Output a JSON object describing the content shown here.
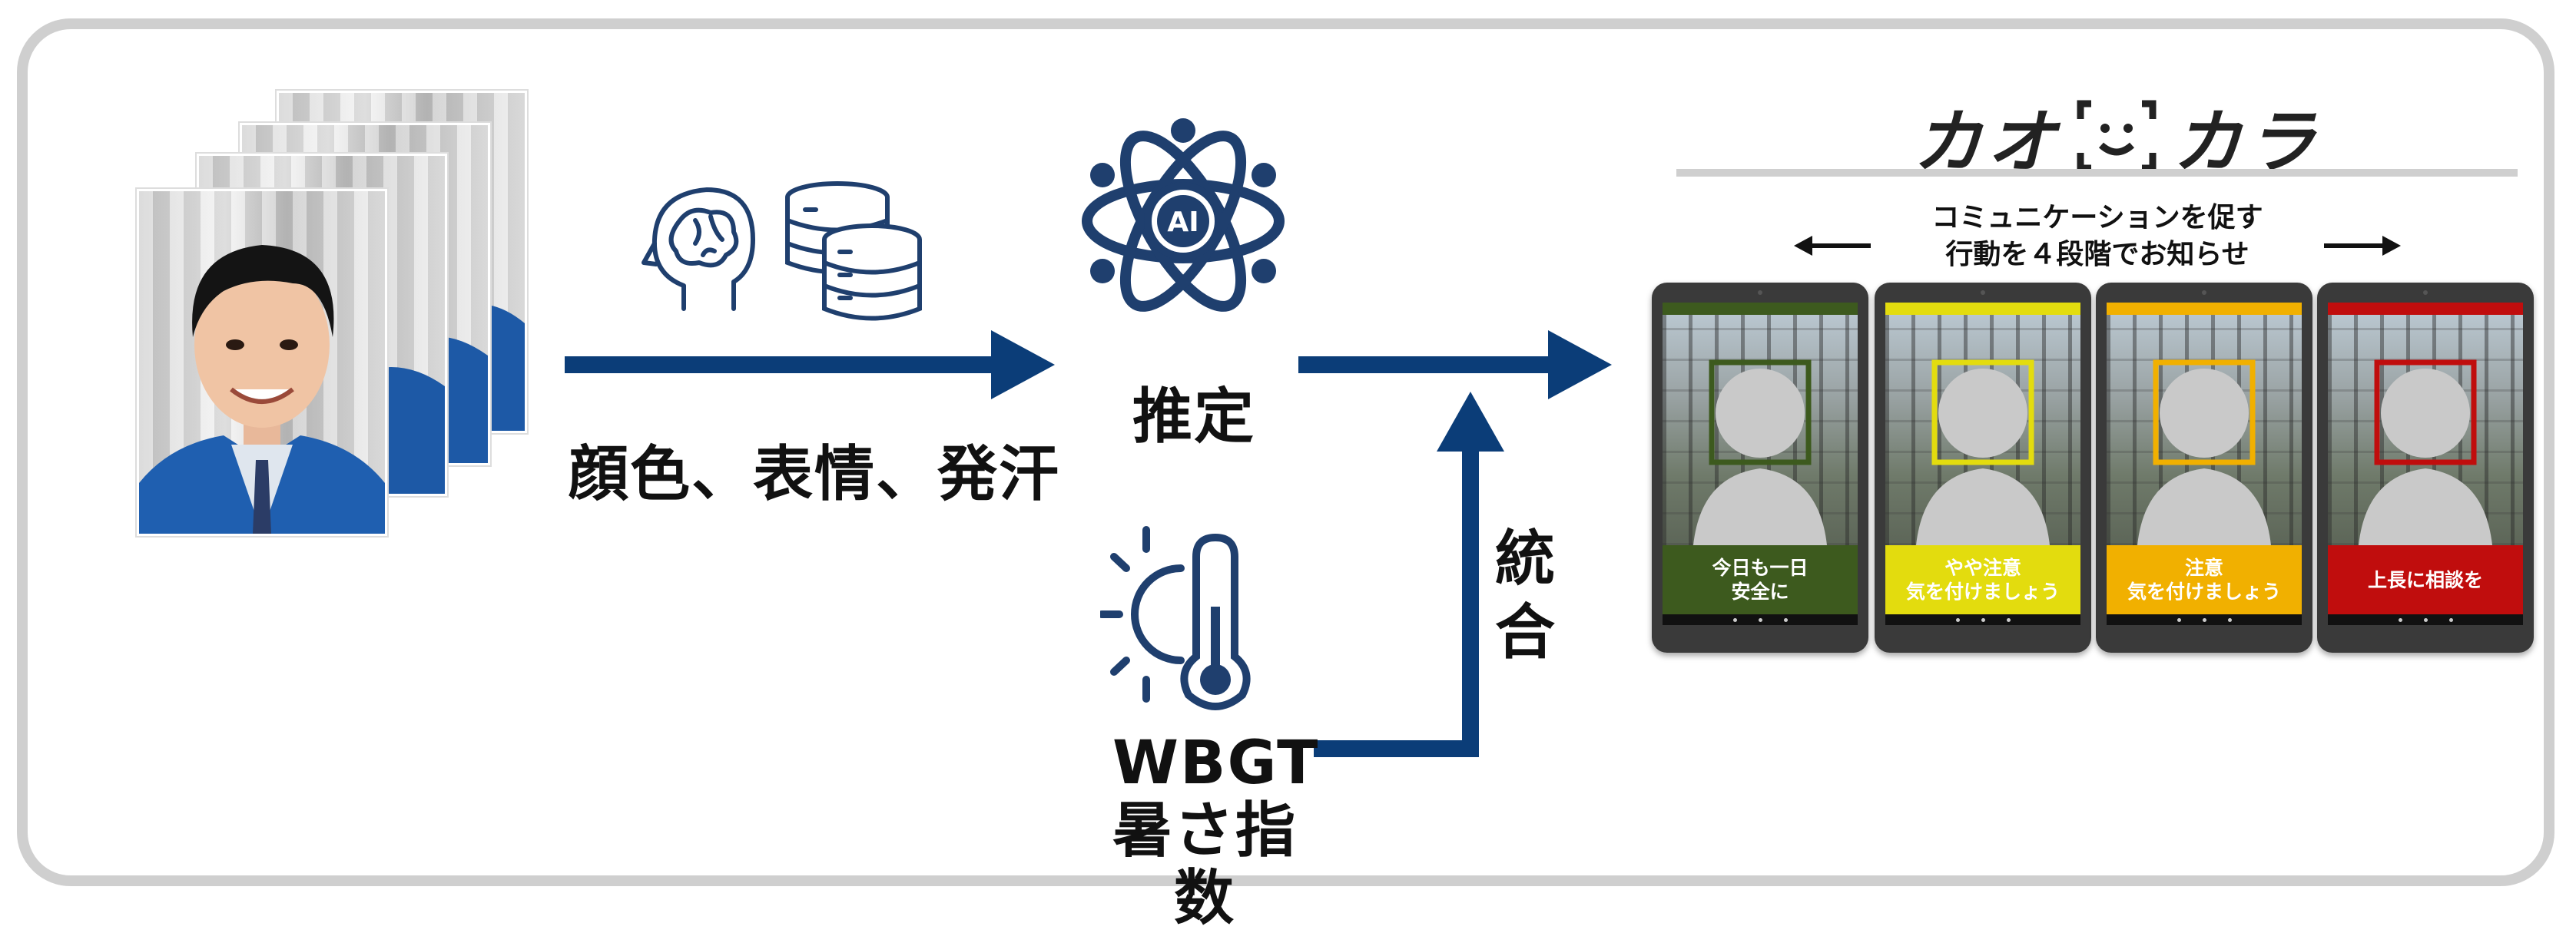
{
  "input": {
    "features_label": "顔色、表情、発汗"
  },
  "estimation": {
    "ai_badge": "AI",
    "label": "推定"
  },
  "environment": {
    "wbgt_line1": "WBGT",
    "wbgt_line2": "暑さ指数"
  },
  "integration": {
    "label_line1": "統",
    "label_line2": "合"
  },
  "output": {
    "brand_left": "カオ",
    "brand_right": "カラ",
    "caption_line1": "コミュニケーションを促す",
    "caption_line2": "行動を４段階でお知らせ",
    "levels": [
      {
        "message": "今日も一日\n安全に",
        "color": "#3d5a1e",
        "frame_color": "#3d5a1e"
      },
      {
        "message": "やや注意\n気を付けましょう",
        "color": "#e3dc0e",
        "frame_color": "#e3dc0e"
      },
      {
        "message": "注意\n気を付けましょう",
        "color": "#f1b000",
        "frame_color": "#f1b000"
      },
      {
        "message": "上長に相談を",
        "color": "#c00d0d",
        "frame_color": "#c00d0d"
      }
    ]
  },
  "colors": {
    "arrow": "#0b3d78",
    "icon_line": "#1f3f6e",
    "frame": "#cfcfcf"
  },
  "icons": [
    "brain-head-icon",
    "database-icon",
    "atom-ai-icon",
    "sun-thermometer-icon"
  ]
}
